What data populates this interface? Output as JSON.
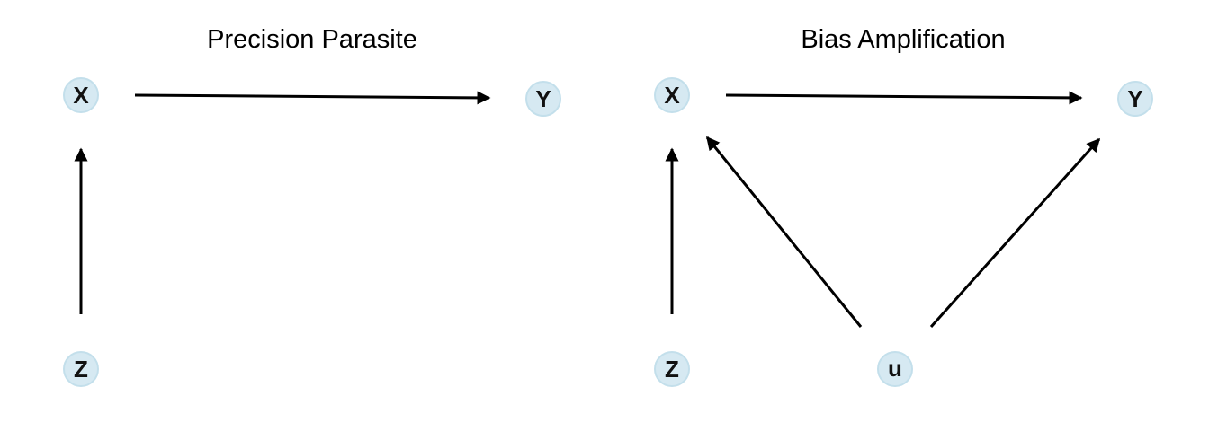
{
  "diagrams": [
    {
      "title": "Precision Parasite",
      "nodes": [
        {
          "id": "X",
          "label": "X"
        },
        {
          "id": "Y",
          "label": "Y"
        },
        {
          "id": "Z",
          "label": "Z"
        }
      ],
      "edges": [
        {
          "from": "X",
          "to": "Y"
        },
        {
          "from": "Z",
          "to": "X"
        }
      ]
    },
    {
      "title": "Bias Amplification",
      "nodes": [
        {
          "id": "X",
          "label": "X"
        },
        {
          "id": "Y",
          "label": "Y"
        },
        {
          "id": "Z",
          "label": "Z"
        },
        {
          "id": "u",
          "label": "u"
        }
      ],
      "edges": [
        {
          "from": "X",
          "to": "Y"
        },
        {
          "from": "Z",
          "to": "X"
        },
        {
          "from": "u",
          "to": "X"
        },
        {
          "from": "u",
          "to": "Y"
        }
      ]
    }
  ],
  "colors": {
    "node_fill": "#d6e9f2",
    "node_stroke": "#c3dfeb",
    "edge": "#000000",
    "background": "#ffffff"
  }
}
